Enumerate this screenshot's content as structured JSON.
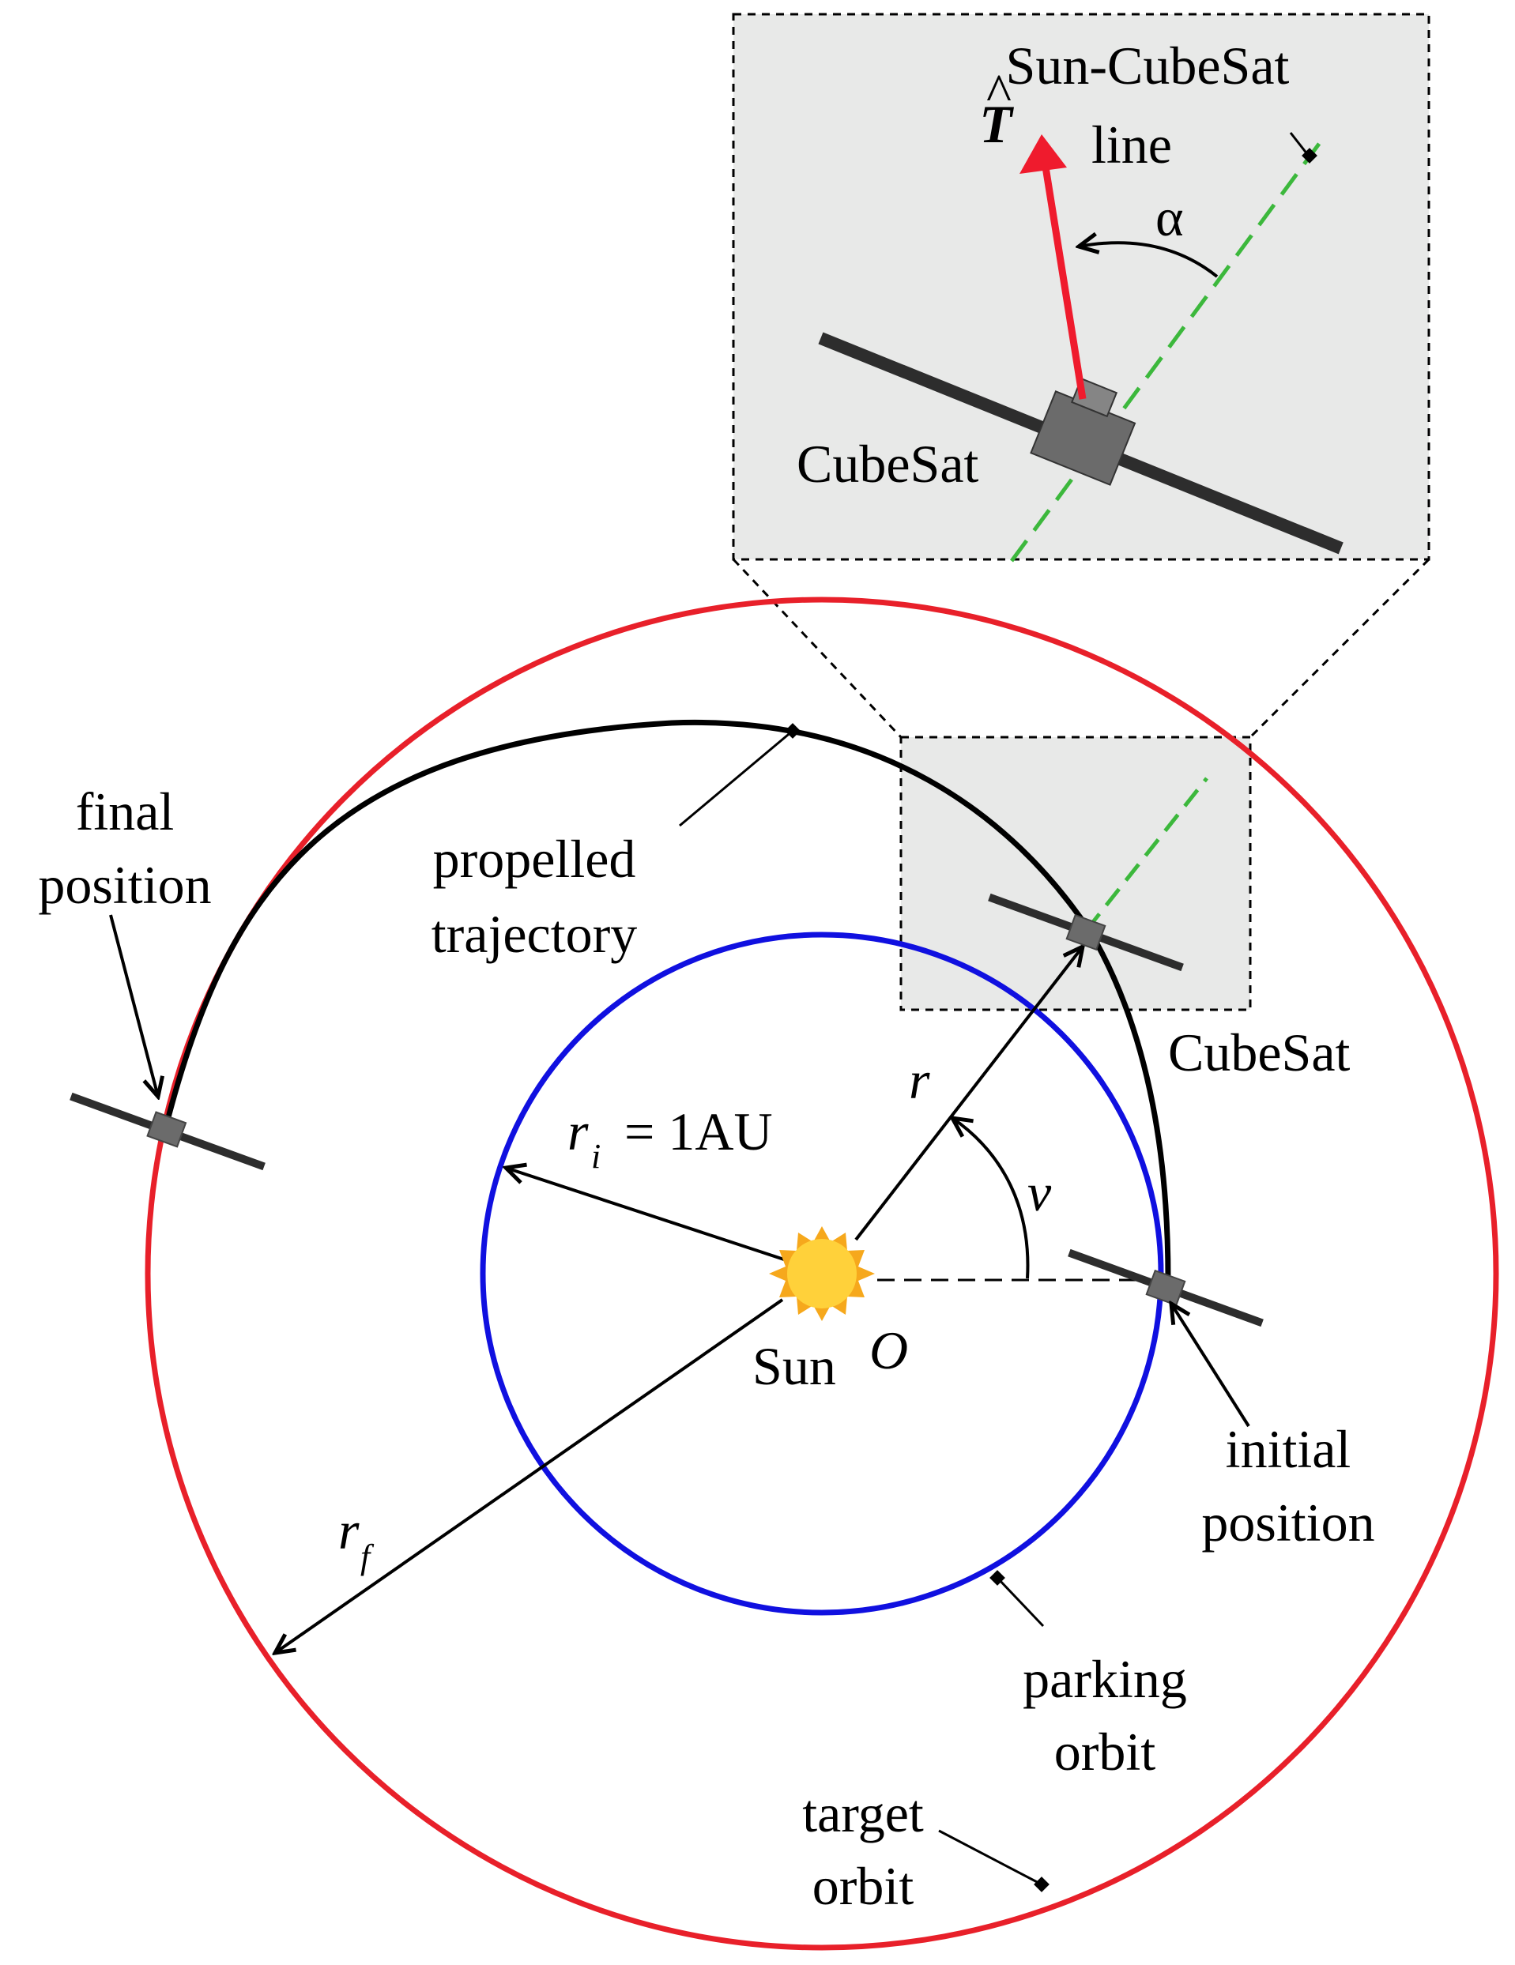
{
  "labels": {
    "sun_cubesat_line_1": "Sun-CubeSat",
    "sun_cubesat_line_2": "line",
    "thrust_symbol": "T",
    "thrust_hat": "^",
    "alpha": "α",
    "cubesat_inset": "CubeSat",
    "final_position_1": "final",
    "final_position_2": "position",
    "propelled_trajectory_1": "propelled",
    "propelled_trajectory_2": "trajectory",
    "cubesat_main": "CubeSat",
    "r": "r",
    "nu": "ν",
    "ri_symbol": "r",
    "ri_sub": "i",
    "ri_value": "= 1AU",
    "sun": "Sun",
    "origin": "O",
    "initial_position_1": "initial",
    "initial_position_2": "position",
    "rf_symbol": "r",
    "rf_sub": "f",
    "parking_orbit_1": "parking",
    "parking_orbit_2": "orbit",
    "target_orbit_1": "target",
    "target_orbit_2": "orbit"
  },
  "colors": {
    "target_orbit": "#e8202a",
    "parking_orbit": "#1010e0",
    "trajectory": "#000000",
    "thrust_vector": "#ef1b2d",
    "sun_cubesat_line": "#3cb83c",
    "inset_background": "#e8e9e8",
    "sun_fill": "#ffd13a",
    "sun_rays": "#f6a81c",
    "spacecraft_body": "#6b6b6b",
    "solar_panel": "#2d2d2d"
  }
}
